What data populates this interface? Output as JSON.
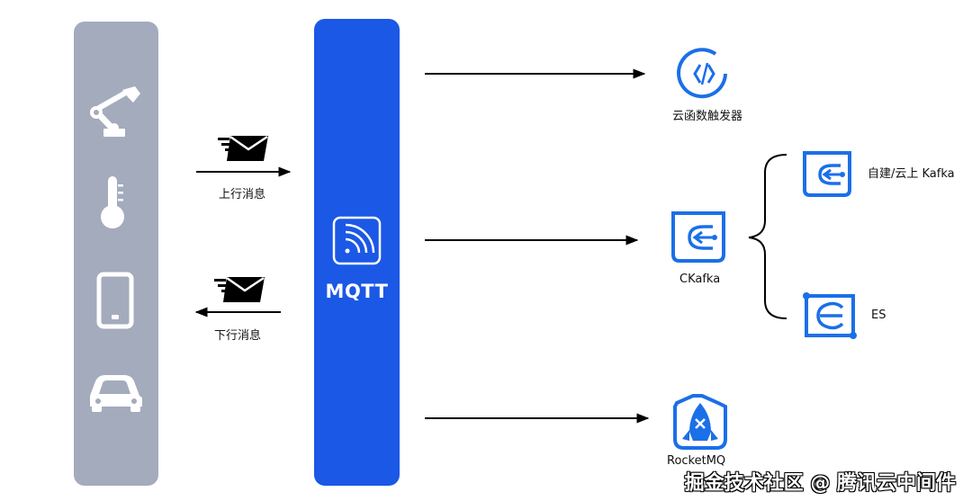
{
  "left_panel": {
    "devices": [
      {
        "icon": "robot-arm-icon"
      },
      {
        "icon": "thermometer-icon"
      },
      {
        "icon": "smartphone-icon"
      },
      {
        "icon": "car-icon"
      }
    ]
  },
  "messages": {
    "upstream_label": "上行消息",
    "downstream_label": "下行消息"
  },
  "broker": {
    "label": "MQTT"
  },
  "targets": {
    "function_trigger": "云函数触发器",
    "ckafka": "CKafka",
    "self_built_kafka": "自建/云上 Kafka",
    "es": "ES",
    "rocketmq": "RocketMQ"
  },
  "watermark": "掘金技术社区 @ 腾讯云中间件",
  "colors": {
    "device_panel": "#a3abbd",
    "mqtt_panel": "#1b58e6",
    "icon_blue": "#1b6fe8"
  }
}
